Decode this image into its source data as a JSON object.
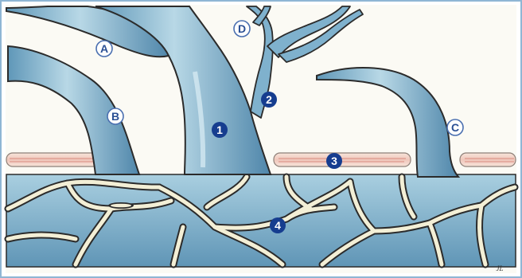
{
  "diagram": {
    "labels": {
      "A": "A",
      "B": "B",
      "C": "C",
      "D": "D",
      "n1": "1",
      "n2": "2",
      "n3": "3",
      "n4": "4"
    },
    "signature": "JL",
    "colors": {
      "frame": "#8fb6d4",
      "paper": "#fbfaf4",
      "vessel_fill": "#8cbdd6",
      "vessel_light": "#c4dfea",
      "vessel_dark": "#3d6f93",
      "outline": "#2b2b2b",
      "septa": "#f3efd6",
      "band_fill": "#f3d8cc",
      "band_line": "#d98a7f",
      "numbered_label": "#163d8f",
      "lettered_label_ring": "#4a6fb0"
    }
  }
}
